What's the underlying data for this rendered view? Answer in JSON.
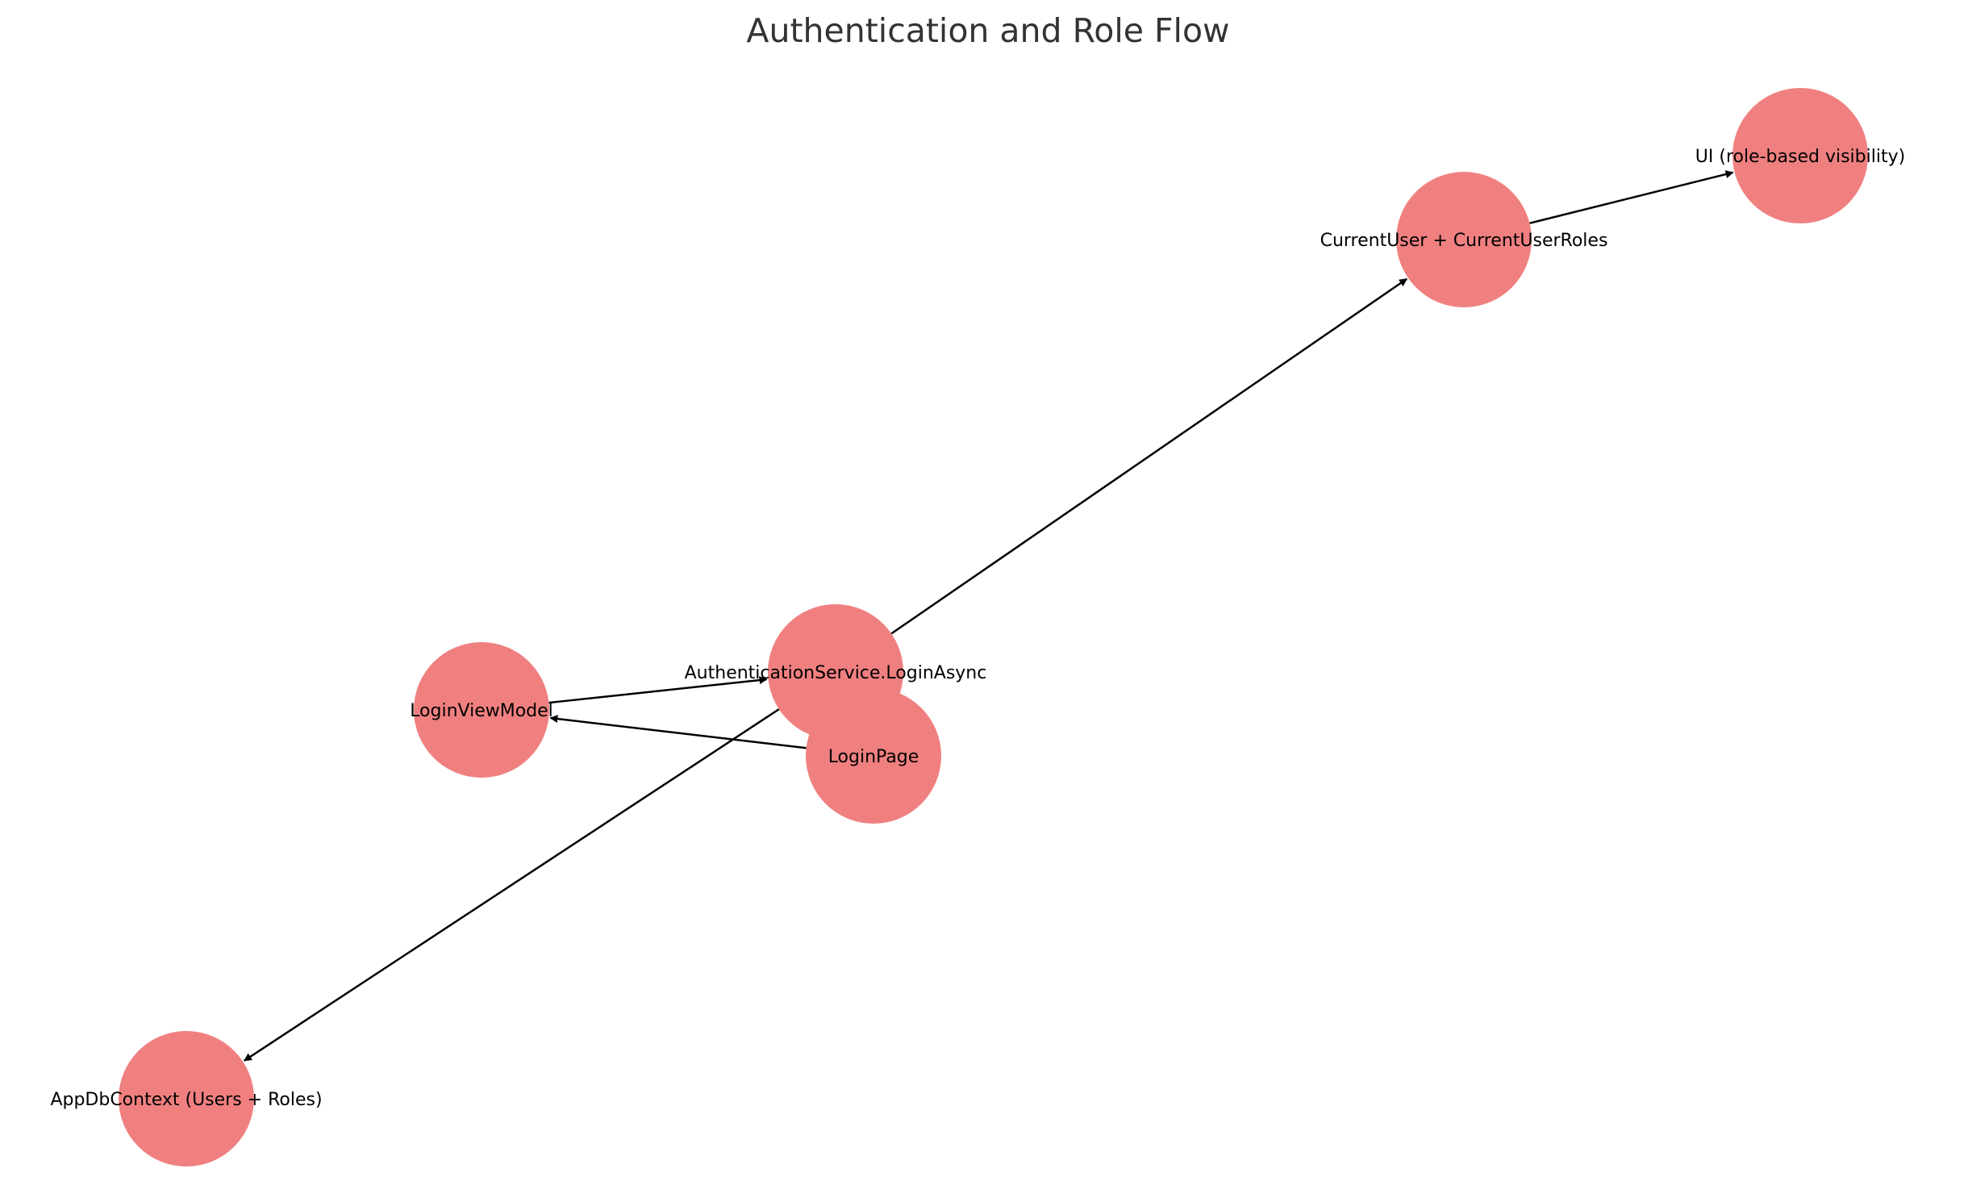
{
  "title": "Authentication and Role Flow",
  "style": {
    "node_color": "#F08080",
    "edge_color": "#000000",
    "title_color": "#333333",
    "label_color": "#000000"
  },
  "nodes": [
    {
      "id": "loginpage",
      "label": "LoginPage"
    },
    {
      "id": "loginviewmodel",
      "label": "LoginViewModel"
    },
    {
      "id": "authservice",
      "label": "AuthenticationService.LoginAsync"
    },
    {
      "id": "appdbcontext",
      "label": "AppDbContext (Users + Roles)"
    },
    {
      "id": "currentuser",
      "label": "CurrentUser + CurrentUserRoles"
    },
    {
      "id": "ui",
      "label": "UI (role-based visibility)"
    }
  ],
  "edges": [
    {
      "from": "loginpage",
      "to": "loginviewmodel"
    },
    {
      "from": "loginviewmodel",
      "to": "authservice"
    },
    {
      "from": "authservice",
      "to": "appdbcontext"
    },
    {
      "from": "authservice",
      "to": "currentuser"
    },
    {
      "from": "currentuser",
      "to": "ui"
    }
  ]
}
